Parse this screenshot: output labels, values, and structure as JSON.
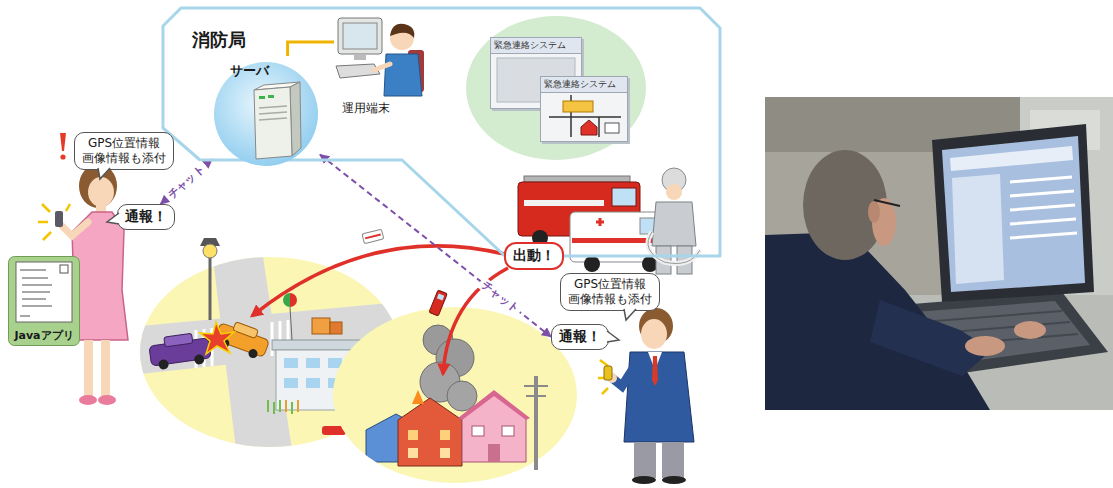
{
  "diagram": {
    "nodes": [
      {
        "text": [
          "消防局"
        ]
      },
      {
        "text": [
          "サーバ"
        ],
        "in": 0
      },
      {
        "text": [
          "運用端末"
        ],
        "in": 0
      },
      {
        "text": [
          "緊急連絡システム"
        ],
        "in": 0
      },
      {
        "text": [
          "緊急連絡システム"
        ],
        "in": 0
      },
      {
        "text": [
          "GPS位置情報 画像情報も添付"
        ]
      },
      {
        "text": [
          "通報！"
        ]
      },
      {
        "text": [
          "Javaアプリ"
        ]
      },
      {
        "text": [
          "出動！"
        ]
      },
      {
        "text": [
          "GPS位置情報 画像情報も添付"
        ]
      },
      {
        "text": [
          "通報！"
        ]
      }
    ],
    "edges": [
      {
        "from": 1,
        "to": 2,
        "arrow": "none"
      },
      {
        "from": 6,
        "to": 1,
        "arrow": "both",
        "label": "チャット"
      },
      {
        "from": 1,
        "to": 10,
        "arrow": "both",
        "label": "チャット"
      }
    ]
  }
}
